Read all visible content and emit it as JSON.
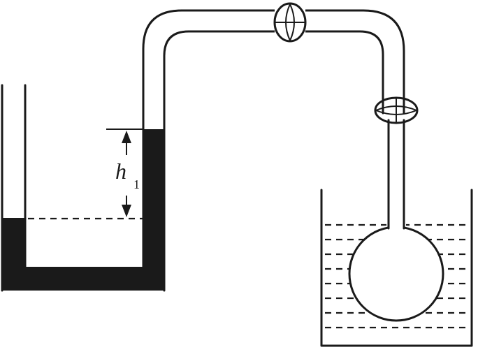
{
  "diagram": {
    "height_label": {
      "symbol": "h",
      "subscript": "1"
    },
    "colors": {
      "ink": "#1a1a1a",
      "background": "#ffffff"
    },
    "components": [
      "u-tube-manometer",
      "rubber-tube",
      "valve",
      "valve",
      "flask",
      "water-container"
    ]
  }
}
